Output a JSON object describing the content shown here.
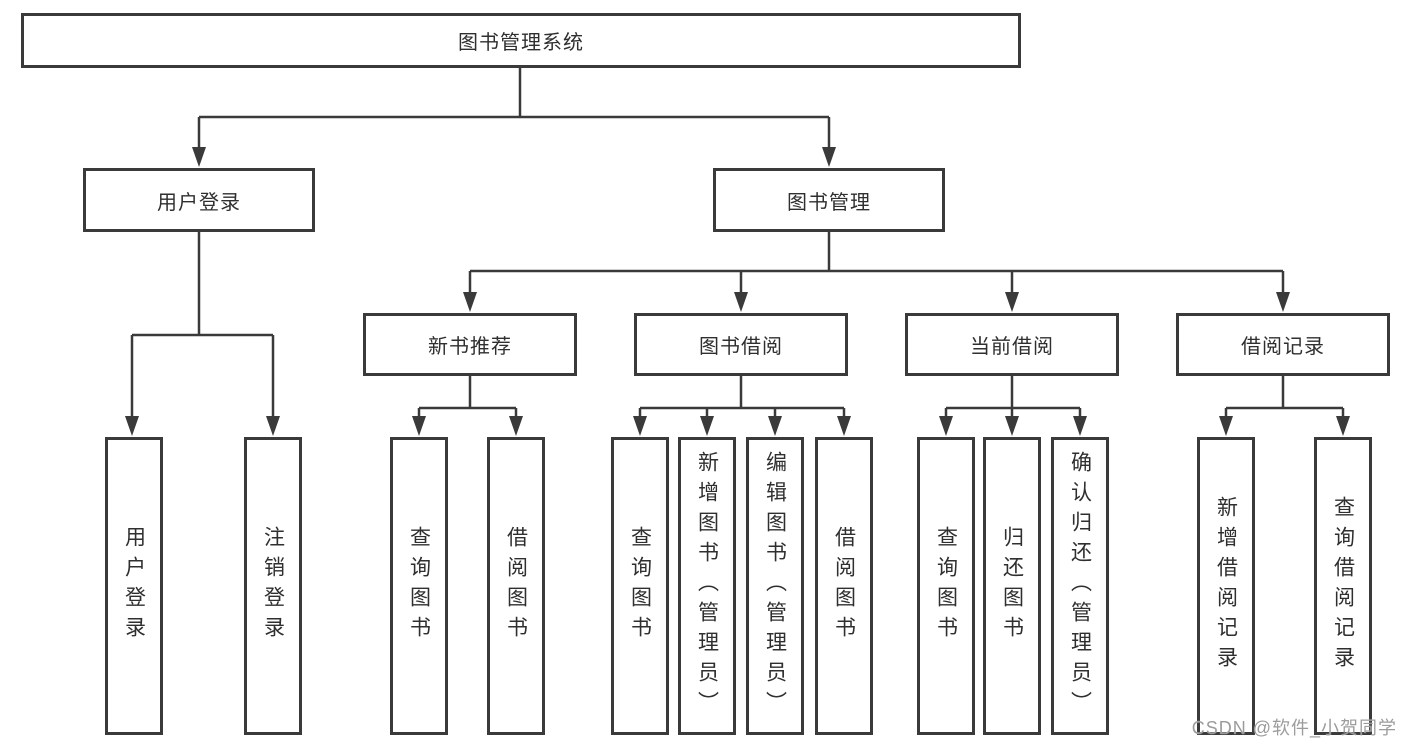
{
  "colors": {
    "line": "#3a3a3a",
    "box_border": "#3a3a3a",
    "text": "#2f2f2f",
    "watermark": "#9c9c9c",
    "background": "#ffffff"
  },
  "diagram": {
    "root": {
      "label": "图书管理系统"
    },
    "user_login": {
      "label": "用户登录",
      "children": [
        {
          "label": "用户登录"
        },
        {
          "label": "注销登录"
        }
      ]
    },
    "book_mgmt": {
      "label": "图书管理",
      "children": [
        {
          "label": "新书推荐",
          "children": [
            {
              "label": "查询图书"
            },
            {
              "label": "借阅图书"
            }
          ]
        },
        {
          "label": "图书借阅",
          "children": [
            {
              "label": "查询图书"
            },
            {
              "label": "新增图书（管理员）"
            },
            {
              "label": "编辑图书（管理员）"
            },
            {
              "label": "借阅图书"
            }
          ]
        },
        {
          "label": "当前借阅",
          "children": [
            {
              "label": "查询图书"
            },
            {
              "label": "归还图书"
            },
            {
              "label": "确认归还（管理员）"
            }
          ]
        },
        {
          "label": "借阅记录",
          "children": [
            {
              "label": "新增借阅记录"
            },
            {
              "label": "查询借阅记录"
            }
          ]
        }
      ]
    },
    "watermark": "CSDN @软件_小贺同学"
  }
}
